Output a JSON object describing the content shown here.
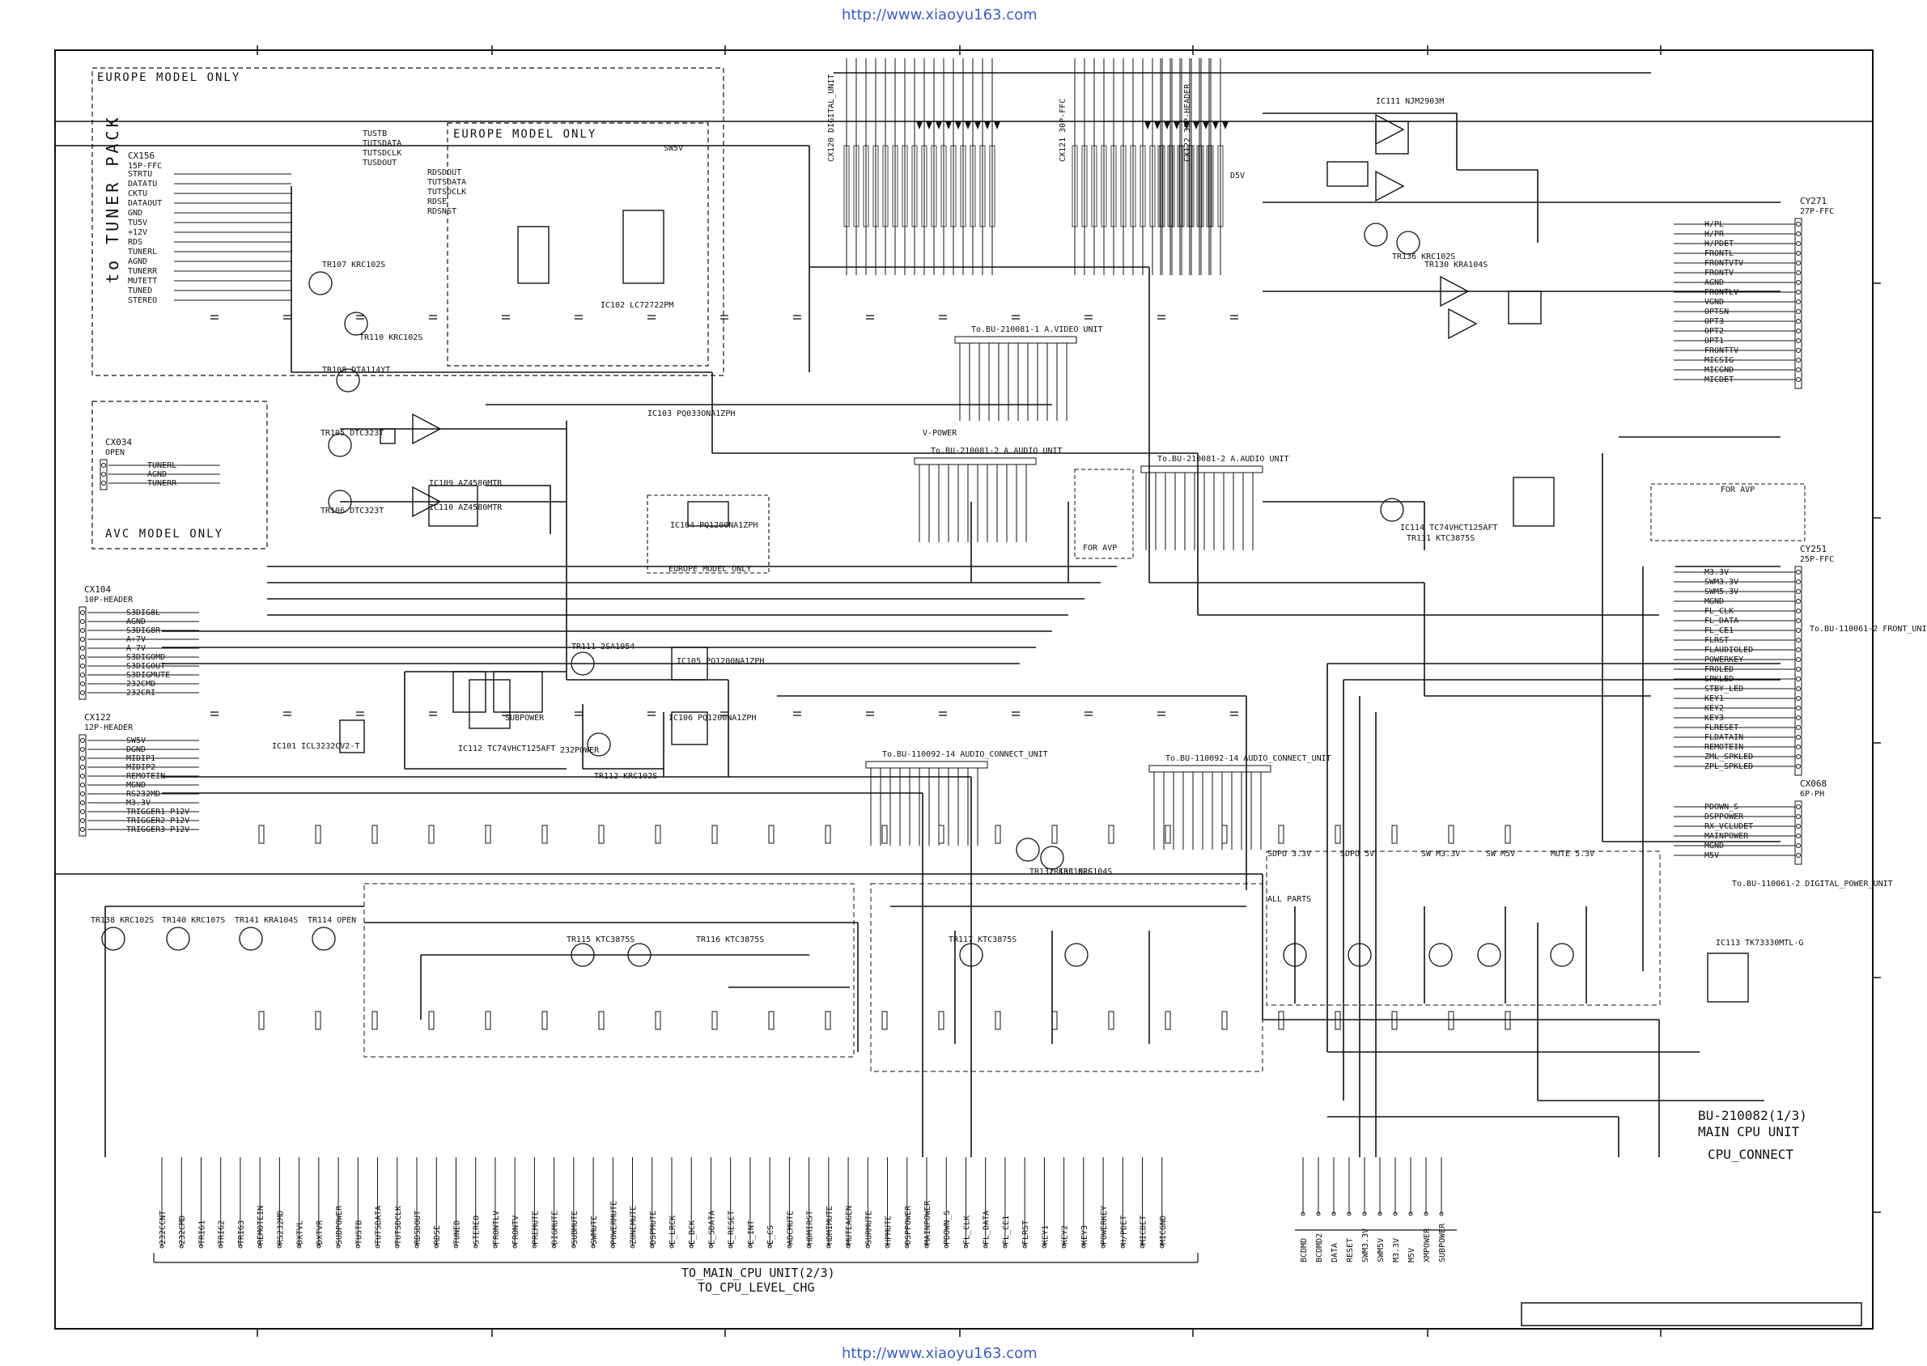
{
  "header": {
    "watermark_url": "http://www.xiaoyu163.com"
  },
  "footer": {
    "watermark_url": "http://www.xiaoyu163.com"
  },
  "title_block": {
    "board": "BU-210082(1/3)",
    "unit": "MAIN CPU UNIT",
    "sheet": "CPU_CONNECT"
  },
  "regions": {
    "europe_outer": "EUROPE MODEL ONLY",
    "europe_inner": "EUROPE MODEL ONLY",
    "avc": "AVC MODEL ONLY",
    "europe_small": "EUROPE MODEL ONLY",
    "for_avp_a": "FOR AVP",
    "for_avp_b": "FOR AVP"
  },
  "tuner": {
    "label": "to TUNER PACK",
    "connector": "CX156",
    "connector_type": "15P-FFC",
    "pins": [
      "STRTU",
      "DATATU",
      "CKTU",
      "DATAOUT",
      "GND",
      "TU5V",
      "+12V",
      "RDS",
      "TUNERL",
      "AGND",
      "TUNERR",
      "MUTETT",
      "TUNED",
      "STEREO"
    ]
  },
  "to_tuner_block": [
    "TUSTB",
    "TUTSDATA",
    "TUTSDCLK",
    "TUSDOUT",
    "RDSDOUT",
    "TUTSDATA",
    "TUTSDCLK",
    "RDSE",
    "RDSNST"
  ],
  "left_connectors": [
    {
      "name": "CX104",
      "type": "10P-HEADER",
      "pins": [
        "S3DIG8L",
        "AGND",
        "S3DIG8R",
        "A+7V",
        "A-7V",
        "S3DIGOMD",
        "S3DIGOUT",
        "S3DIGMUTE",
        "232CMD",
        "232CRI"
      ]
    },
    {
      "name": "CX122",
      "type": "12P-HEADER",
      "pins": [
        "SW5V",
        "DGND",
        "MIDIP1",
        "MIDIP2",
        "REMOTEIN",
        "MGND",
        "RS232MD",
        "M3.3V",
        "TRIGGER1 P12V",
        "TRIGGER2 P12V",
        "TRIGGER3 P12V"
      ]
    },
    {
      "name": "CX034",
      "type": "OPEN",
      "pins": [
        "TUNERL",
        "AGND",
        "TUNERR"
      ]
    }
  ],
  "ic_labels": [
    "IC101 ICL3232CV2-T",
    "IC112 TC74VHCT125AFT",
    "IC102 LC72722PM",
    "IC103 PQ033ONA1ZPH",
    "IC104 PQ1200NA1ZPH",
    "IC105 PQ1200NA1ZPH",
    "IC106 PQ1200NA1ZPH",
    "IC110 AZ4580MTR",
    "IC111 NJM2903M",
    "IC113 TK73330MTL-G",
    "IC114 TC74VHCT125AFT",
    "IC109 AZ4580MTR"
  ],
  "right_connectors": [
    {
      "name": "CY271",
      "type": "27P-FFC",
      "pins": [
        "H/PL",
        "H/PR",
        "H/PDET",
        "FRONTL",
        "FRONTVTV",
        "FRONTV",
        "AGND",
        "FRONTLV",
        "VGND",
        "OPTSN",
        "OPT3",
        "OPT2",
        "OPT1",
        "FRONTTV",
        "MICSIG",
        "MICGND",
        "MICDET"
      ]
    },
    {
      "name": "CY251",
      "type": "25P-FFC",
      "pins": [
        "M3.3V",
        "SWM3.3V",
        "SWM5.3V",
        "MGND",
        "FL_CLK",
        "FL_DATA",
        "FL_CE1",
        "FLRST",
        "FLAUDIOLED",
        "POWERKEY",
        "FROLED",
        "SPKLED",
        "STBY_LED",
        "KEY1",
        "KEY2",
        "KEY3",
        "FLRESET",
        "FLDATAIN",
        "REMOTEIN",
        "ZML_SPKLED",
        "ZPL_SPKLED"
      ]
    },
    {
      "name": "CX068",
      "type": "6P-PH",
      "pins": [
        "PDOWN_S",
        "DSPPOWER",
        "RX_VCLUDET",
        "MAINPOWER",
        "MGND",
        "M5V"
      ]
    }
  ],
  "mid_connectors": [
    "To.BU-210081-1 A.VIDEO UNIT",
    "To.BU-210081-2 A.AUDIO UNIT",
    "To.BU-210081-2 A.AUDIO UNIT",
    "To.BU-110092-14 AUDIO_CONNECT_UNIT",
    "To.BU-110092-14 AUDIO_CONNECT_UNIT",
    "To.BU-110061-2 DIGITAL_POWER_UNIT",
    "To.BU-110061-2 FRONT_UNIT"
  ],
  "top_connectors": [
    "CX120 DIGITAL_UNIT",
    "CX121 30P-FFC",
    "CX122 30P-HEADER"
  ],
  "power_rails": [
    "SW5V",
    "D5V",
    "V-POWER",
    "SUBPOWER",
    "232POWER",
    "ALL PARTS",
    "SDPU 3.3V",
    "SDPU 5V",
    "SW M3.3V",
    "SW M5V",
    "MUTE 5.3V"
  ],
  "bottom_bus_groups": {
    "label_main": "TO_MAIN_CPU UNIT(2/3)",
    "label_level": "TO_CPU_LEVEL_CHG",
    "signals": [
      "232CCNT",
      "232CMD",
      "TRIG1",
      "TRIG2",
      "TRIG3",
      "REMOTEIN",
      "RS232MD",
      "DXTVL",
      "DXTVR",
      "SUBPOWER",
      "TUSTB",
      "TUTSDATA",
      "TUTSDCLK",
      "RDSDOUT",
      "RDSE",
      "TUNED",
      "STEREO",
      "FRONTLV",
      "FRONTV",
      "PREMUTE",
      "DIGMUTE",
      "SUBMUTE",
      "SWMUTE",
      "POWERMUTE",
      "ZONEMUTE",
      "DSPMUTE",
      "E_LRCK",
      "E_BCK",
      "E_SDATA",
      "E_RESET",
      "E_INT",
      "E_CS",
      "ADCMUTE",
      "HDMIRST",
      "HDMIMUTE",
      "MUTEAGEN",
      "SURMUTE",
      "HPMUTE",
      "DSPPOWER",
      "MAINPOWER",
      "PDOWN_S",
      "FL_CLK",
      "FL_DATA",
      "FL_CE1",
      "FLRST",
      "KEY1",
      "KEY2",
      "KEY3",
      "POWERKEY",
      "H/PDET",
      "MICDET",
      "MICGND"
    ],
    "right_group": [
      "BCDMD",
      "BCDMD2",
      "DATA",
      "RESET",
      "SWM3.3V",
      "SWM5V",
      "M3.3V",
      "M5V",
      "XMPOWER",
      "SUBPOWER"
    ]
  },
  "transistors": [
    "TR107 KRC102S",
    "TR110 KRC102S",
    "TR108 DTA114YT",
    "TR105 DTC323T",
    "TR106 DTC323T",
    "TR111 2SA1954",
    "TR112 KRC102S",
    "TR136 KRC102S",
    "TR130 KRA104S",
    "TR131 KTC3875S",
    "TR132 KRC102S",
    "TR133 KRC104S",
    "TR138 KRC102S",
    "TR140 KRC107S",
    "TR141 KRA104S",
    "TR114 OPEN",
    "TR115 KTC3875S",
    "TR116 KTC3875S",
    "TR117 KTC3875S"
  ]
}
